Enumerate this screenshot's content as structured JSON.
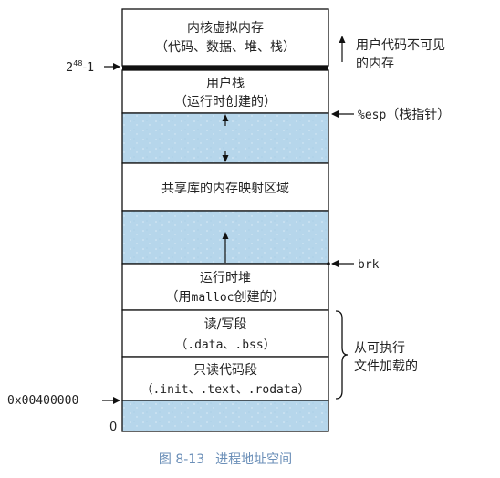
{
  "diagram": {
    "segments": {
      "kernel": {
        "line1": "内核虚拟内存",
        "line2": "（代码、数据、堆、栈）"
      },
      "user_stack": {
        "line1": "用户栈",
        "line2": "（运行时创建的）"
      },
      "shared": {
        "line1": "共享库的内存映射区域"
      },
      "heap": {
        "line1": "运行时堆",
        "line2_prefix": "（用",
        "line2_code": "malloc",
        "line2_suffix": "创建的）"
      },
      "rw": {
        "line1": "读/写段",
        "line2": "（.data、.bss）"
      },
      "ro": {
        "line1": "只读代码段",
        "line2": "（.init、.text、.rodata）"
      }
    },
    "left_labels": {
      "top_address_base": "2",
      "top_address_exp": "48",
      "top_address_suffix": "-1",
      "code_start": "0x00400000",
      "zero": "0"
    },
    "right_labels": {
      "invisible_line1": "用户代码不可见",
      "invisible_line2": "的内存",
      "esp_code": "%esp",
      "esp_text": "（栈指针）",
      "brk": "brk",
      "loaded_line1": "从可执行",
      "loaded_line2": "文件加载的"
    },
    "caption": {
      "figure_number": "图 8-13",
      "title": "进程地址空间"
    },
    "colors": {
      "band_fill": "#b6d6eb",
      "box_fill": "#ffffff",
      "stroke": "#111111",
      "caption": "#6b8fb8"
    }
  }
}
